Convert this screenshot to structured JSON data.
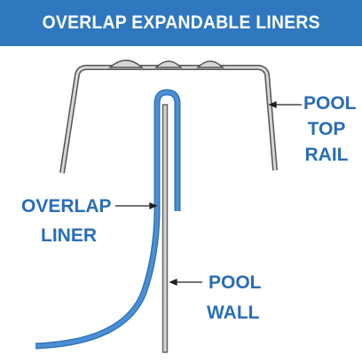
{
  "title": "OVERLAP EXPANDABLE LINERS",
  "labels": {
    "top_rail": [
      "POOL",
      "TOP",
      "RAIL"
    ],
    "overlap_liner": [
      "OVERLAP",
      "LINER"
    ],
    "pool_wall": [
      "POOL",
      "WALL"
    ]
  },
  "colors": {
    "banner": "#2f78c0",
    "label_text": "#2a6db5",
    "liner": "#4a8fd6",
    "rail_metal": "#c8c8c8",
    "outline": "#555555"
  }
}
